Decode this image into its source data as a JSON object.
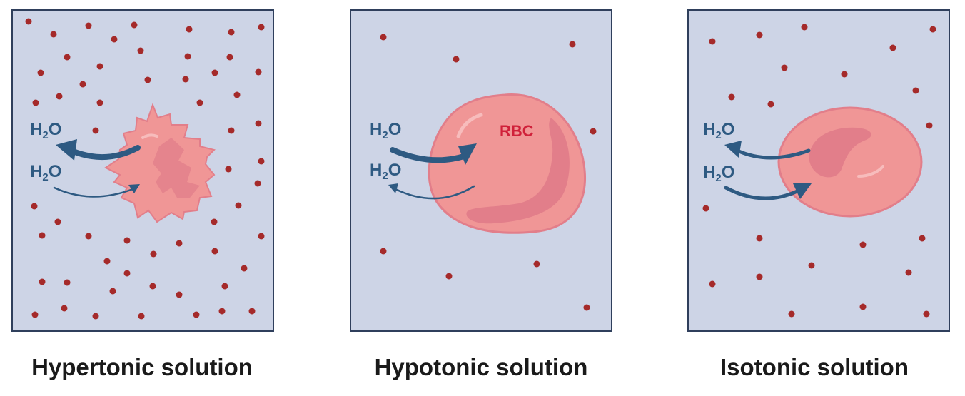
{
  "panels": [
    {
      "caption": "Hypertonic solution",
      "water_labels": [
        "H",
        "2",
        "O"
      ]
    },
    {
      "caption": "Hypotonic solution",
      "water_labels": [
        "H",
        "2",
        "O"
      ],
      "cell_label": "RBC"
    },
    {
      "caption": "Isotonic solution",
      "water_labels": [
        "H",
        "2",
        "O"
      ]
    }
  ],
  "colors": {
    "solution": "#cdd4e6",
    "border": "#2f3f5c",
    "solute": "#a52a2a",
    "cell": "#f09696",
    "cell_shade": "#e27e8a",
    "arrow": "#2e5a82",
    "rbc_label": "#d0213a"
  }
}
